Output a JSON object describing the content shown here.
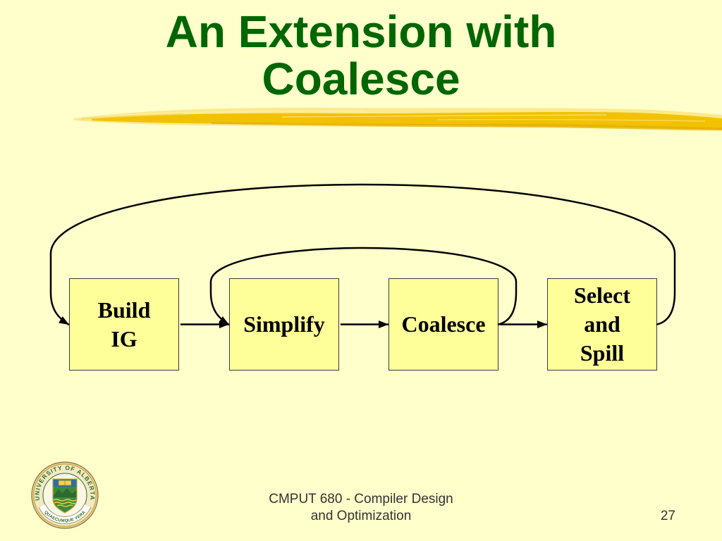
{
  "slide": {
    "title": {
      "line1": "An Extension with",
      "line2": "Coalesce"
    },
    "page_number": "27"
  },
  "diagram": {
    "boxes": [
      {
        "lines": [
          "Build",
          "IG"
        ]
      },
      {
        "lines": [
          "Simplify"
        ]
      },
      {
        "lines": [
          "Coalesce"
        ]
      },
      {
        "lines": [
          "Select",
          "and",
          "Spill"
        ]
      }
    ],
    "edges": [
      {
        "from": 0,
        "to": 1
      },
      {
        "from": 1,
        "to": 2
      },
      {
        "from": 2,
        "to": 3
      },
      {
        "from": 2,
        "to": 1
      },
      {
        "from": 3,
        "to": 0
      }
    ]
  },
  "footer": {
    "line1": "CMPUT 680 - Compiler Design",
    "line2": "and Optimization"
  },
  "logo": {
    "ring_text": "UNIVERSITY OF ALBERTA",
    "motto": "QUAECUMQUE VERA"
  },
  "colors": {
    "background": "#FFFFCC",
    "title": "#006600",
    "box_fill": "#FFFF99",
    "brush": "#F2C200",
    "footer_text": "#333333"
  }
}
